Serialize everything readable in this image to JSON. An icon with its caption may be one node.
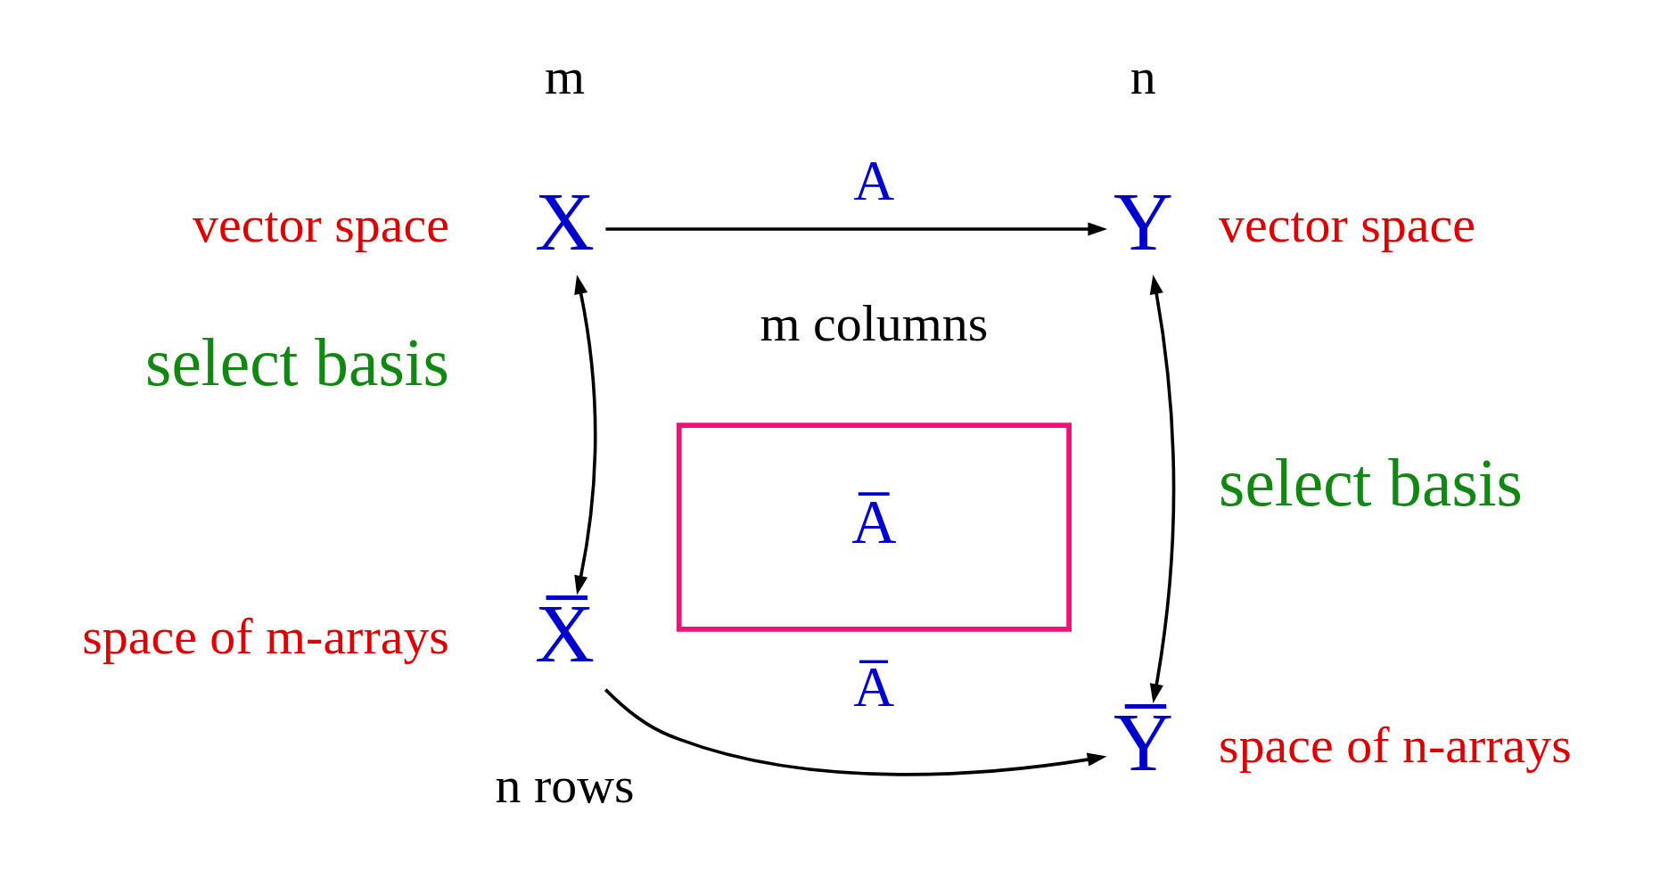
{
  "diagram": {
    "nodes": [
      {
        "text": [
          "X"
        ],
        "beside": [
          "m",
          "vector space"
        ]
      },
      {
        "text": [
          "Y"
        ],
        "beside": [
          "n",
          "vector space"
        ]
      },
      {
        "text": [
          "X̅"
        ],
        "beside": [
          "space of m-arrays"
        ]
      },
      {
        "text": [
          "Y̅"
        ],
        "beside": [
          "space of n-arrays"
        ]
      },
      {
        "text": [
          "A̅"
        ],
        "beside": [
          "m columns",
          "n rows"
        ]
      }
    ],
    "edges": [
      {
        "from": 0,
        "to": 1,
        "arrow": "to",
        "label": "A"
      },
      {
        "from": 0,
        "to": 2,
        "arrow": "both"
      },
      {
        "from": 1,
        "to": 3,
        "arrow": "both"
      },
      {
        "from": 2,
        "to": 3,
        "arrow": "to",
        "label": "A̅"
      }
    ],
    "labels": [
      "select basis",
      "select basis"
    ]
  }
}
